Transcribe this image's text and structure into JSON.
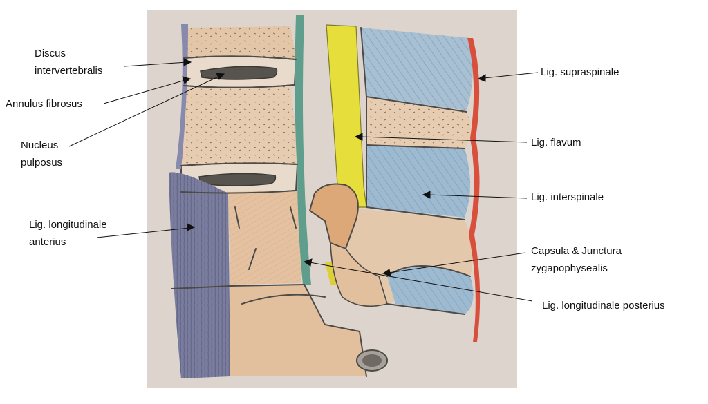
{
  "colors": {
    "paper": "#ddd5cd",
    "ligament_anterior": "#7b7d9e",
    "ligament_posterior": "#5f9e8c",
    "ligament_flavum": "#e6de3a",
    "ligament_interspinale": "#8fb0c8",
    "ligament_supraspinale": "#d8503c",
    "bone": "#e3c3a3",
    "pencil": "#4d4a47",
    "nucleus": "#57544f"
  },
  "labels": {
    "discus": [
      "Discus",
      "intervertebralis"
    ],
    "annulus": [
      "Annulus fibrosus"
    ],
    "nucleus": [
      "Nucleus",
      "pulposus"
    ],
    "lig_long_anterius": [
      "Lig. longitudinale",
      "anterius"
    ],
    "lig_supraspinale": [
      "Lig. supraspinale"
    ],
    "lig_flavum": [
      "Lig. flavum"
    ],
    "lig_interspinale": [
      "Lig. interspinale"
    ],
    "capsula": [
      "Capsula & Junctura",
      "zygapophysealis"
    ],
    "lig_long_posterius": [
      "Lig. longitudinale posterius"
    ]
  }
}
